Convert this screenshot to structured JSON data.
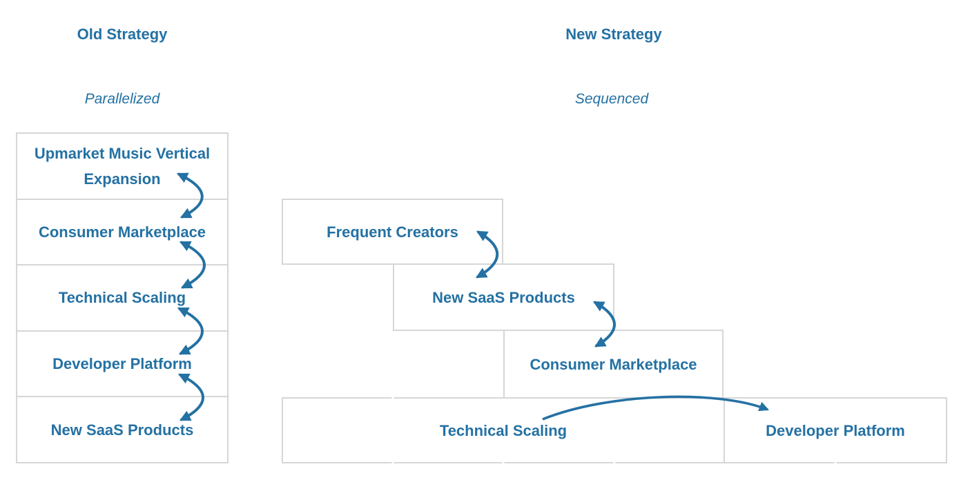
{
  "colors": {
    "accent": "#2471A3",
    "box_border": "#D6D6D6",
    "background": "#FFFFFF"
  },
  "old_strategy": {
    "title": "Old Strategy",
    "subtitle": "Parallelized",
    "boxes": [
      "Upmarket Music Vertical Expansion",
      "Consumer Marketplace",
      "Technical Scaling",
      "Developer Platform",
      "New SaaS Products"
    ]
  },
  "new_strategy": {
    "title": "New Strategy",
    "subtitle": "Sequenced",
    "boxes": [
      "Frequent Creators",
      "New SaaS Products",
      "Consumer Marketplace",
      "Technical Scaling",
      "Developer Platform"
    ]
  },
  "icons": {
    "sequence_arrow": "curved-double-arrow-icon",
    "handoff_arrow": "curved-right-arrow-icon"
  }
}
